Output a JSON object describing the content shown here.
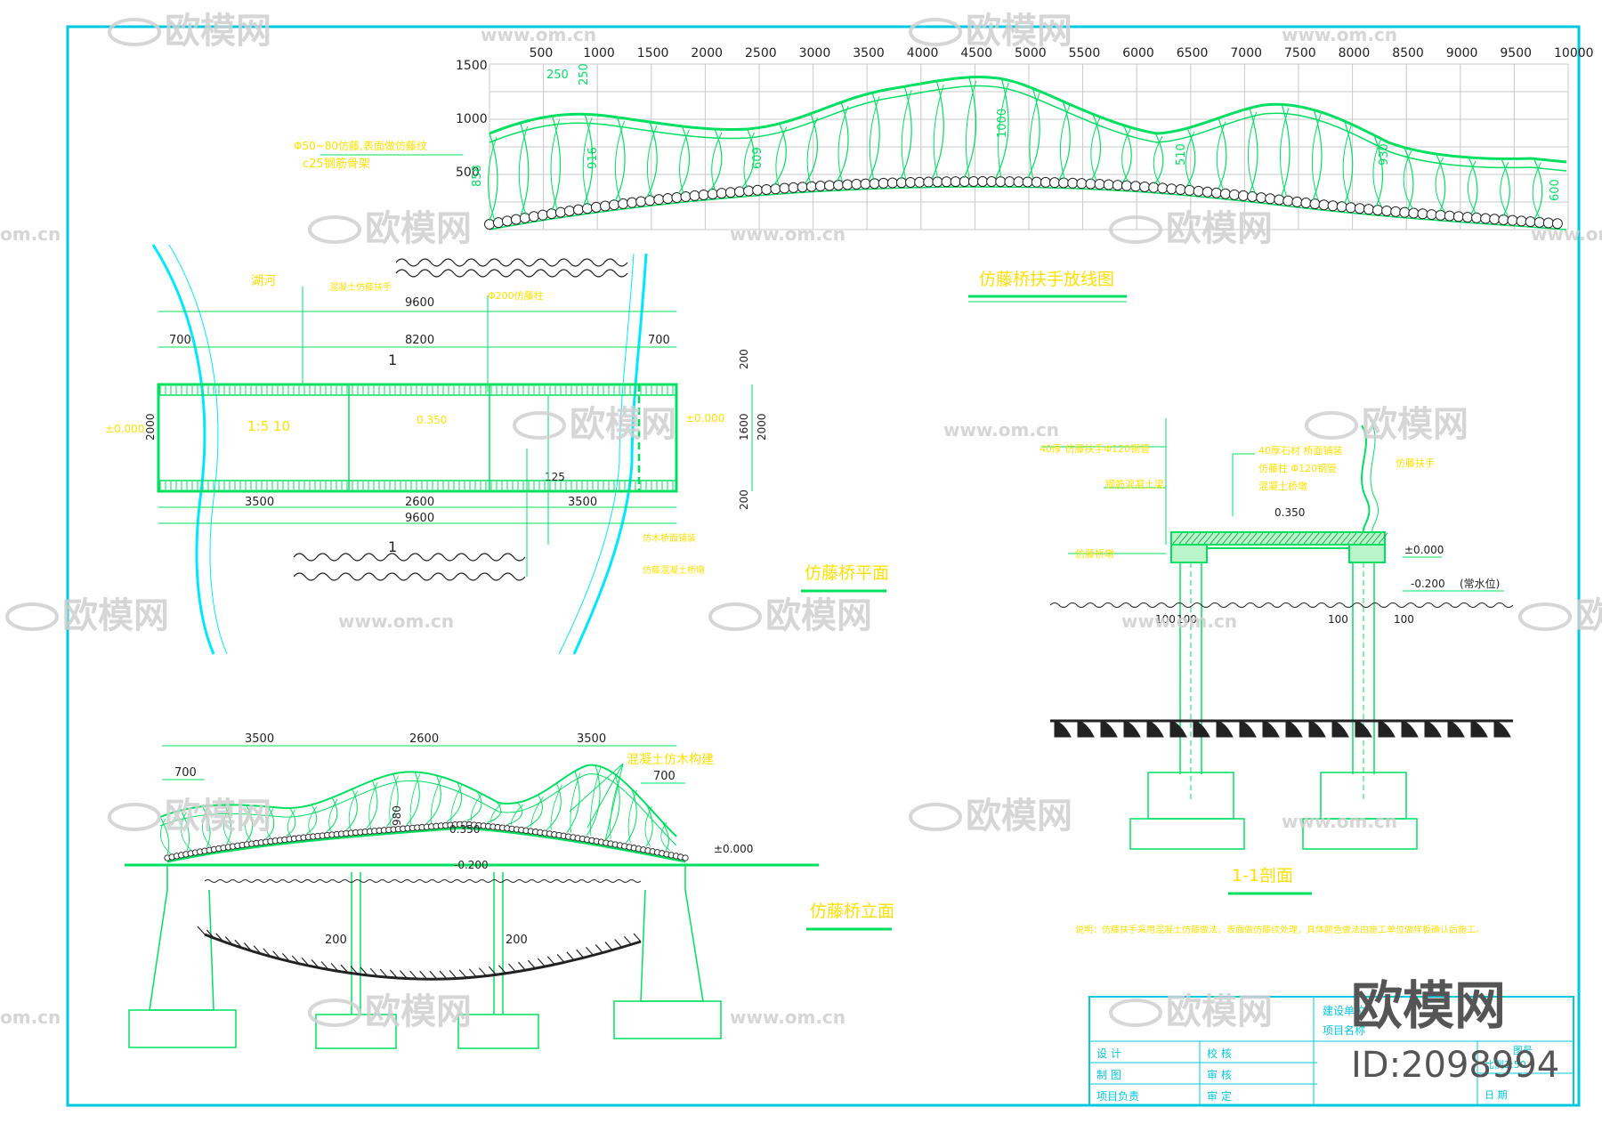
{
  "drawing": {
    "sheet_border_color": "#00c8e0",
    "line_color": "#00e060",
    "text_color": "#ffe000",
    "water_color": "#00e8ff",
    "dim_color": "#00e060"
  },
  "railing": {
    "title": "仿藤桥扶手放线图",
    "grid_x_labels": [
      "500",
      "1000",
      "1500",
      "2000",
      "2500",
      "3000",
      "3500",
      "4000",
      "4500",
      "5000",
      "5500",
      "6000",
      "6500",
      "7000",
      "7500",
      "8000",
      "8500",
      "9000",
      "9500",
      "10000"
    ],
    "grid_y_labels": [
      "1500",
      "1000",
      "500"
    ],
    "dim_top_a": "250",
    "dim_top_b": "250",
    "dim_heights": [
      "858",
      "916",
      "609",
      "1000",
      "510",
      "930",
      "600"
    ],
    "note_line1": "Φ50~80仿藤,表面做仿藤纹",
    "note_line2": "c25钢筋骨架"
  },
  "plan": {
    "title": "仿藤桥平面",
    "lake_label": "湖河",
    "dim_total": "9600",
    "dim_mid": "8200",
    "dim_left": "700",
    "dim_right": "700",
    "dim_bottom": [
      "3500",
      "2600",
      "3500"
    ],
    "dim_bottom_total": "9600",
    "dim_side": [
      "200",
      "1600",
      "200"
    ],
    "dim_side_total": "2000",
    "dim_width_left": "2000",
    "elev_left": "±0.000",
    "elev_mid": "0.350",
    "elev_right": "±0.000",
    "slope": "1:5  10",
    "dim_125": "125",
    "section_mark": "1",
    "note_a": "混凝土仿藤扶手",
    "note_b": "Φ200仿藤柱",
    "note_c": "仿木桥面铺装",
    "note_d": "仿藤混凝土桥墩"
  },
  "elevation": {
    "title": "仿藤桥立面",
    "dims_top": [
      "3500",
      "2600",
      "3500"
    ],
    "dim_left": "700",
    "dim_right": "700",
    "dim_980": "980",
    "elev_0350": "0.350",
    "elev_m0200": "-0.200",
    "elev_0000": "±0.000",
    "dim_200a": "200",
    "dim_200b": "200",
    "note": "混凝土仿木构建"
  },
  "section": {
    "title": "1-1剖面",
    "label_a": "40厚 仿藤扶手Φ120钢管",
    "label_b": "40厚石材 桥面铺装",
    "label_c": "仿藤柱 Φ120钢管",
    "label_d": "钢筋混凝土梁",
    "label_e": "仿藤桥墩",
    "label_f": "仿藤扶手",
    "label_g": "混凝土桥墩",
    "elev_0350": "0.350",
    "elev_0000": "±0.000",
    "elev_m0200": "-0.200",
    "elev_note": "(常水位)",
    "dims_l": [
      "100",
      "100"
    ],
    "dims_r": [
      "100",
      "100"
    ]
  },
  "notes": {
    "text": "说明：仿藤扶手采用混凝土仿藤做法，表面做仿藤纹处理，具体颜色做法由施工单位做样板确认后施工。"
  },
  "titleblock": {
    "project": "建设单位",
    "project2": "项目名称",
    "row_labels": [
      "设  计",
      "制  图",
      "项目负责"
    ],
    "row_labels2": [
      "校  核",
      "审  核",
      "审  定"
    ],
    "scale": "比例1:50",
    "date": "日  期",
    "drawing_no": "图号"
  },
  "watermark": {
    "brand": "欧模网",
    "url": "www.om.cn",
    "url_short": "om.cn",
    "id": "ID:2098994"
  }
}
